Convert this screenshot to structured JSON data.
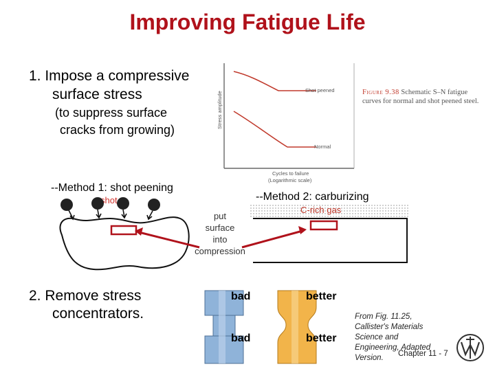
{
  "slide": {
    "title": "Improving Fatigue Life",
    "point1": {
      "line1": "1.  Impose a compressive",
      "line2": "surface stress",
      "sub1": "(to suppress surface",
      "sub2": "cracks from growing)"
    },
    "method1": "--Method 1: shot peening",
    "shot_label": "shot",
    "method2": "--Method 2:  carburizing",
    "gas_label": "C-rich gas",
    "arrow_note": [
      "put",
      "surface",
      "into",
      "compression"
    ],
    "point2": {
      "line1": "2.  Remove stress",
      "line2": "concentrators."
    },
    "bad_top": "bad",
    "better_top": "better",
    "bad_bottom": "bad",
    "better_bottom": "better",
    "credit": [
      "From Fig. 11.25,",
      "Callister's Materials",
      "Science and",
      "Engineering, Adapted",
      "Version."
    ],
    "chapter": "Chapter 11 -  7"
  },
  "graph": {
    "ylabel": "Stress amplitude",
    "xlabel1": "Cycles to failure",
    "xlabel2": "(Logarithmic scale)",
    "curve_top": "Shot peened",
    "curve_bottom": "Normal"
  },
  "figure_caption": {
    "number": "Figure 9.38",
    "text1": "Schematic S–N fatigue",
    "text2": "curves for normal and shot peened steel."
  },
  "colors": {
    "title": "#b0121b",
    "graph_curves": "#c0392b",
    "bar": "#b0121b",
    "shaft_blue": "#8fb3d9",
    "shaft_orange": "#f2b44a"
  },
  "icons": [
    "logo-icon"
  ]
}
